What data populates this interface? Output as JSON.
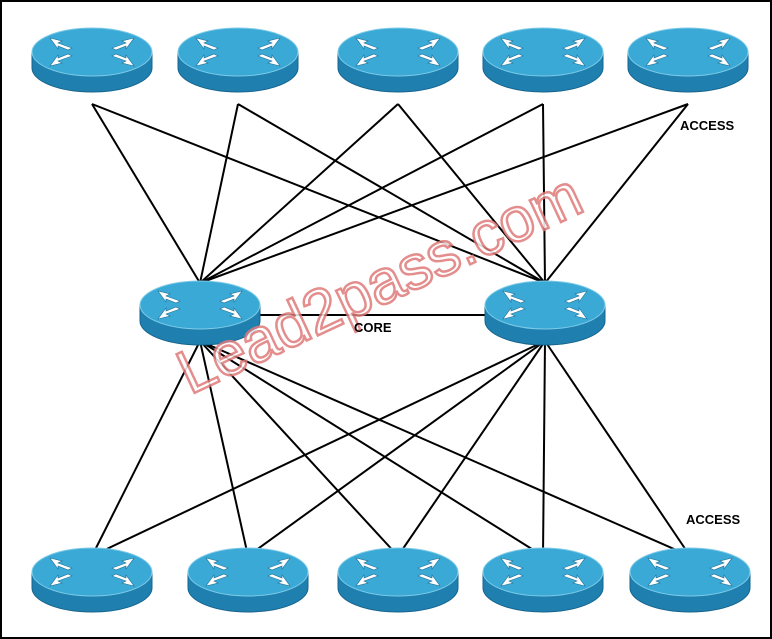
{
  "labels": {
    "access_top": "ACCESS",
    "core": "CORE",
    "access_bottom": "ACCESS"
  },
  "watermark": "Lead2pass.com",
  "colors": {
    "router_top": "#3aa9d6",
    "router_side": "#1f80b0",
    "router_side_dark": "#16648c",
    "arrow": "#ffffff",
    "link": "#000000",
    "watermark": "#e07a7a"
  },
  "nodes": {
    "top_access": [
      "router",
      "router",
      "router",
      "router",
      "router"
    ],
    "core": [
      "router",
      "router"
    ],
    "bottom_access": [
      "router",
      "router",
      "router",
      "router",
      "router"
    ]
  },
  "links": {
    "core_to_core": true,
    "core_to_every_access": true
  }
}
